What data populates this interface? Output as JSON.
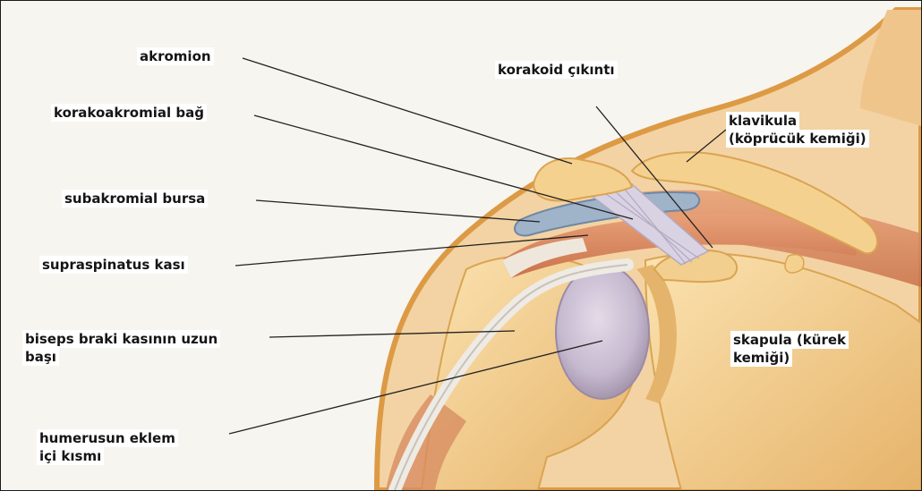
{
  "labels": {
    "akromion": "akromion",
    "korakoakromial": "korakoakromial bağ",
    "subakromial": "subakromial bursa",
    "supraspinatus": "supraspinatus kası",
    "biseps_line1": "biseps braki kasının uzun",
    "biseps_line2": "başı",
    "humerus_line1": "humerusun eklem",
    "humerus_line2": "içi  kısmı",
    "korakoid": "korakoid çıkıntı",
    "klavikula_line1": "klavikula",
    "klavikula_line2": "(köprücük kemiği)",
    "skapula_line1": "skapula (kürek",
    "skapula_line2": "kemiği)"
  },
  "colors": {
    "skin": "#f3d3a3",
    "skin_edge": "#dd9a45",
    "bone": "#f6d79b",
    "bone_shadow": "#d9a453",
    "cartilage": "#c9bfd0",
    "bursa": "#9fb3c9",
    "ligament": "#d9d2e3",
    "tendon": "#e9e4dd",
    "muscle": "#d88d62",
    "leader_line": "#222222"
  }
}
